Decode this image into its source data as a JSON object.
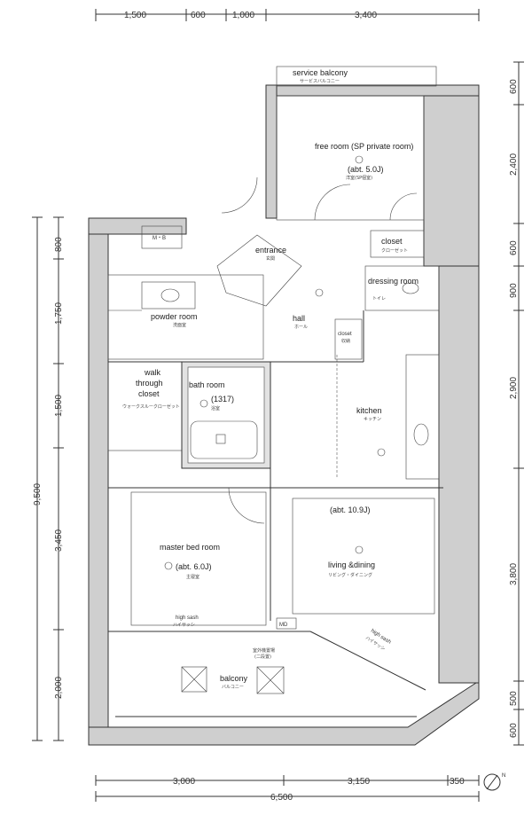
{
  "dimensions": {
    "top": [
      "1,500",
      "600",
      "1,000",
      "3,400"
    ],
    "bottom": [
      "3,000",
      "3,150",
      "350"
    ],
    "bottom_total": "6,500",
    "left_total": "9,500",
    "left": [
      "800",
      "1,750",
      "1,500",
      "3,450",
      "2,000"
    ],
    "right": [
      "600",
      "2,400",
      "600",
      "900",
      "2,900",
      "3,800",
      "500",
      "600"
    ]
  },
  "rooms": {
    "service_balcony": {
      "label": "service balcony",
      "sub": "サービスバルコニー"
    },
    "free_room": {
      "label": "free room (SP private room)",
      "area": "(abt. 5.0J)",
      "sub": "洋室(SP個室)"
    },
    "closet_top": {
      "label": "closet",
      "sub": "クローゼット"
    },
    "mb": {
      "label": "M・B"
    },
    "entrance": {
      "label": "entrance",
      "sub": "玄関"
    },
    "dressing_room": {
      "label": "dressing room",
      "sub": "トイレ"
    },
    "powder_room": {
      "label": "powder room",
      "sub": "洗面室"
    },
    "hall": {
      "label": "hall",
      "sub": "ホール"
    },
    "closet_hall": {
      "label": "closet",
      "sub": "収納"
    },
    "walk_through_closet": {
      "label1": "walk",
      "label2": "through",
      "label3": "closet",
      "sub": "ウォークスルークローゼット"
    },
    "bath_room": {
      "label": "bath room",
      "size": "(1317)",
      "sub": "浴室"
    },
    "kitchen": {
      "label": "kitchen",
      "sub": "キッチン"
    },
    "master_bed_room": {
      "label": "master bed room",
      "area": "(abt. 6.0J)",
      "sub": "主寝室"
    },
    "living_dining": {
      "label": "living &dining",
      "area": "(abt. 10.9J)",
      "sub": "リビング・ダイニング"
    },
    "high_sash_left": {
      "label": "high sash",
      "sub": "ハイサッシ"
    },
    "high_sash_right": {
      "label": "high sash",
      "sub": "ハイサッシ"
    },
    "balcony": {
      "label": "balcony",
      "sub": "バルコニー"
    },
    "md": {
      "label": "MD"
    },
    "outdoor_unit": {
      "label": "室外機置場",
      "sub": "(二段置)"
    }
  },
  "north_mark": "N"
}
